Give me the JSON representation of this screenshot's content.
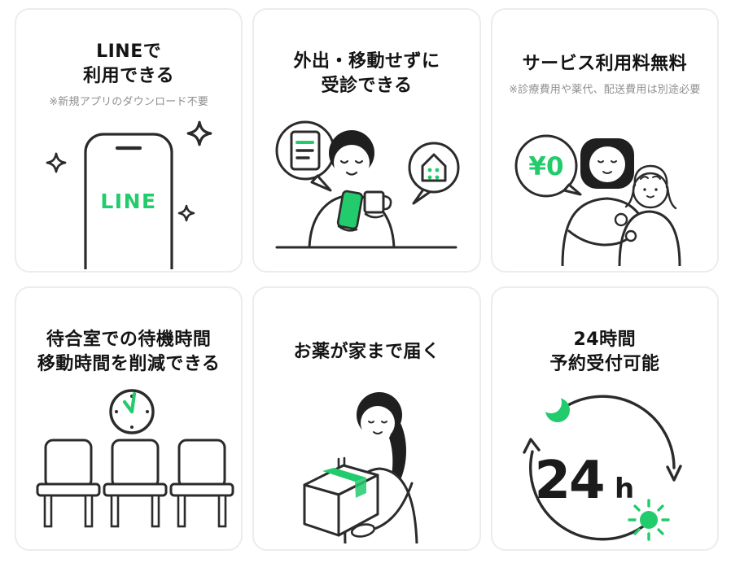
{
  "page": {
    "background": "#ffffff"
  },
  "colors": {
    "accent_green": "#22cb6c",
    "line_ink": "#2b2b2b",
    "title_color": "#141414",
    "note_gray": "#8f8f8f",
    "card_border": "#ececec",
    "hair_fill": "#1f1f1f"
  },
  "cards": [
    {
      "id": "line-usable",
      "title": "LINEで\n利用できる",
      "note": "※新規アプリのダウンロード不要",
      "illustration": "smartphone-with-line-logo-and-sparkles",
      "phone_label": "LINE"
    },
    {
      "id": "no-travel-consult",
      "title": "外出・移動せずに\n受診できる",
      "illustration": "man-with-phone-and-cup-speech-bubbles-document-house"
    },
    {
      "id": "free-service-fee",
      "title": "サービス利用料無料",
      "note": "※診療費用や薬代、配送費用は別途必要",
      "illustration": "mother-holding-child-with-zero-yen-bubble",
      "bubble_label": "¥0"
    },
    {
      "id": "reduce-waiting-time",
      "title": "待合室での待機時間\n移動時間を削減できる",
      "illustration": "wall-clock-and-waiting-room-chairs"
    },
    {
      "id": "medicine-delivery",
      "title": "お薬が家まで届く",
      "illustration": "woman-carrying-delivery-box-with-green-tape"
    },
    {
      "id": "24h-reservation",
      "title": "24時間\n予約受付可能",
      "illustration": "24h-cycle-arrows-moon-and-sun",
      "counter": "24",
      "counter_unit": "h"
    }
  ]
}
